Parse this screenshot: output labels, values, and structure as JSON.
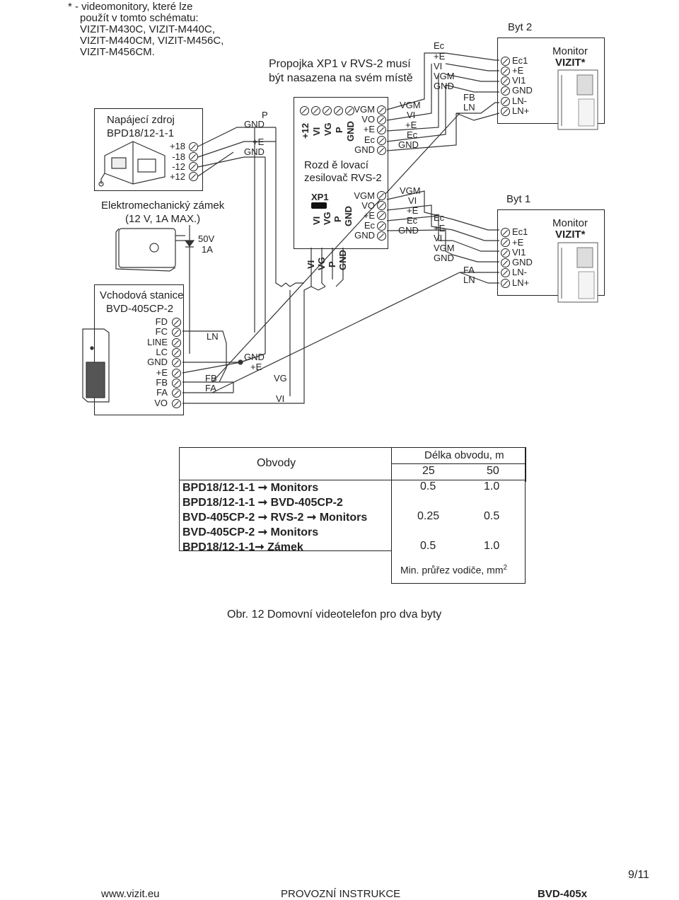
{
  "note": {
    "line1": "* - videomonitory, které lze",
    "line2": "použít v tomto schématu:",
    "line3": "VIZIT-M430C, VIZIT-M440C,",
    "line4": "VIZIT-M440CM, VIZIT-M456C,",
    "line5": "VIZIT-M456CM."
  },
  "psu": {
    "title1": "Napájecí zdroj",
    "title2": "BPD18/12-1-1",
    "terms": [
      "+18",
      "-18",
      "-12",
      "+12"
    ]
  },
  "lock": {
    "title1": "Elektromechanický zámek",
    "title2": "(12 V, 1A MAX.)",
    "diode1": "50V",
    "diode2": "1A"
  },
  "station": {
    "title1": "Vchodová stanice",
    "title2": "BVD-405CP-2",
    "terms": [
      "FD",
      "FC",
      "LINE",
      "LC",
      "GND",
      "+E",
      "FB",
      "FA",
      "VO"
    ]
  },
  "jumper_note": {
    "line1": "Propojka XP1 v RVS-2 musí",
    "line2": "být nasazena na svém místě"
  },
  "rvs": {
    "title1": "Rozd ě lovací",
    "title2": "zesilovač RVS-2",
    "xp1": "XP1",
    "top_vert": [
      "+12",
      "VI",
      "VG",
      "P",
      "GND"
    ],
    "top_right": [
      "VGM",
      "VO",
      "+E",
      "Ec",
      "GND"
    ],
    "bottom_vert": [
      "VI",
      "VG",
      "P",
      "GND"
    ],
    "bottom_right": [
      "VGM",
      "VO",
      "+E",
      "Ec",
      "GND"
    ]
  },
  "wires": {
    "psu_out": [
      "P",
      "GND",
      "+E",
      "GND"
    ],
    "station_ln": "LN",
    "station_fb": "FB",
    "station_fa": "FA",
    "station_gnd": "GND",
    "station_e": "+E",
    "station_vg": "VG",
    "station_vi": "VI",
    "rvs_bottom_ext": [
      "VI",
      "VG",
      "P",
      "GND"
    ],
    "rvs_top_out": [
      "VGM",
      "VI",
      "+E",
      "Ec",
      "GND"
    ],
    "rvs_bot_out": [
      "VGM",
      "VI",
      "+E",
      "Ec",
      "GND"
    ],
    "byt2_in": [
      "Ec",
      "+E",
      "VI",
      "VGM",
      "GND"
    ],
    "byt1_in": [
      "Ec",
      "+E",
      "VI",
      "VGM",
      "GND"
    ],
    "byt2_fb": [
      "FB",
      "LN"
    ],
    "byt1_fa": [
      "FA",
      "LN"
    ]
  },
  "byt2": {
    "title": "Byt 2",
    "terms": [
      "Ec1",
      "+E",
      "VI1",
      "GND",
      "LN-",
      "LN+"
    ],
    "monitor1": "Monitor",
    "monitor2": "VIZIT*"
  },
  "byt1": {
    "title": "Byt 1",
    "terms": [
      "Ec1",
      "+E",
      "VI1",
      "GND",
      "LN-",
      "LN+"
    ],
    "monitor1": "Monitor",
    "monitor2": "VIZIT*"
  },
  "table": {
    "header_obvody": "Obvody",
    "header_length": "Délka obvodu, m",
    "col25": "25",
    "col50": "50",
    "rows": [
      {
        "label": "BPD18/12-1-1 ➞ Monitors",
        "v25": "0.5",
        "v50": "1.0"
      },
      {
        "label": "BPD18/12-1-1 ➞ BVD-405CP-2",
        "v25": "",
        "v50": ""
      },
      {
        "label": "BVD-405CP-2 ➞ RVS-2 ➞ Monitors",
        "v25": "0.25",
        "v50": "0.5"
      },
      {
        "label": "BVD-405CP-2 ➞ Monitors",
        "v25": "",
        "v50": ""
      },
      {
        "label": "BPD18/12-1-1➞ Zámek",
        "v25": "0.5",
        "v50": "1.0"
      }
    ],
    "footnote": "Min. průřez vodiče, mm",
    "footnote_sup": "2"
  },
  "caption": "Obr. 12 Domovní videotelefon pro dva byty",
  "footer": {
    "url": "www.vizit.eu",
    "center": "PROVOZNÍ INSTRUKCE",
    "right": "BVD-405x",
    "page": "9/11"
  }
}
